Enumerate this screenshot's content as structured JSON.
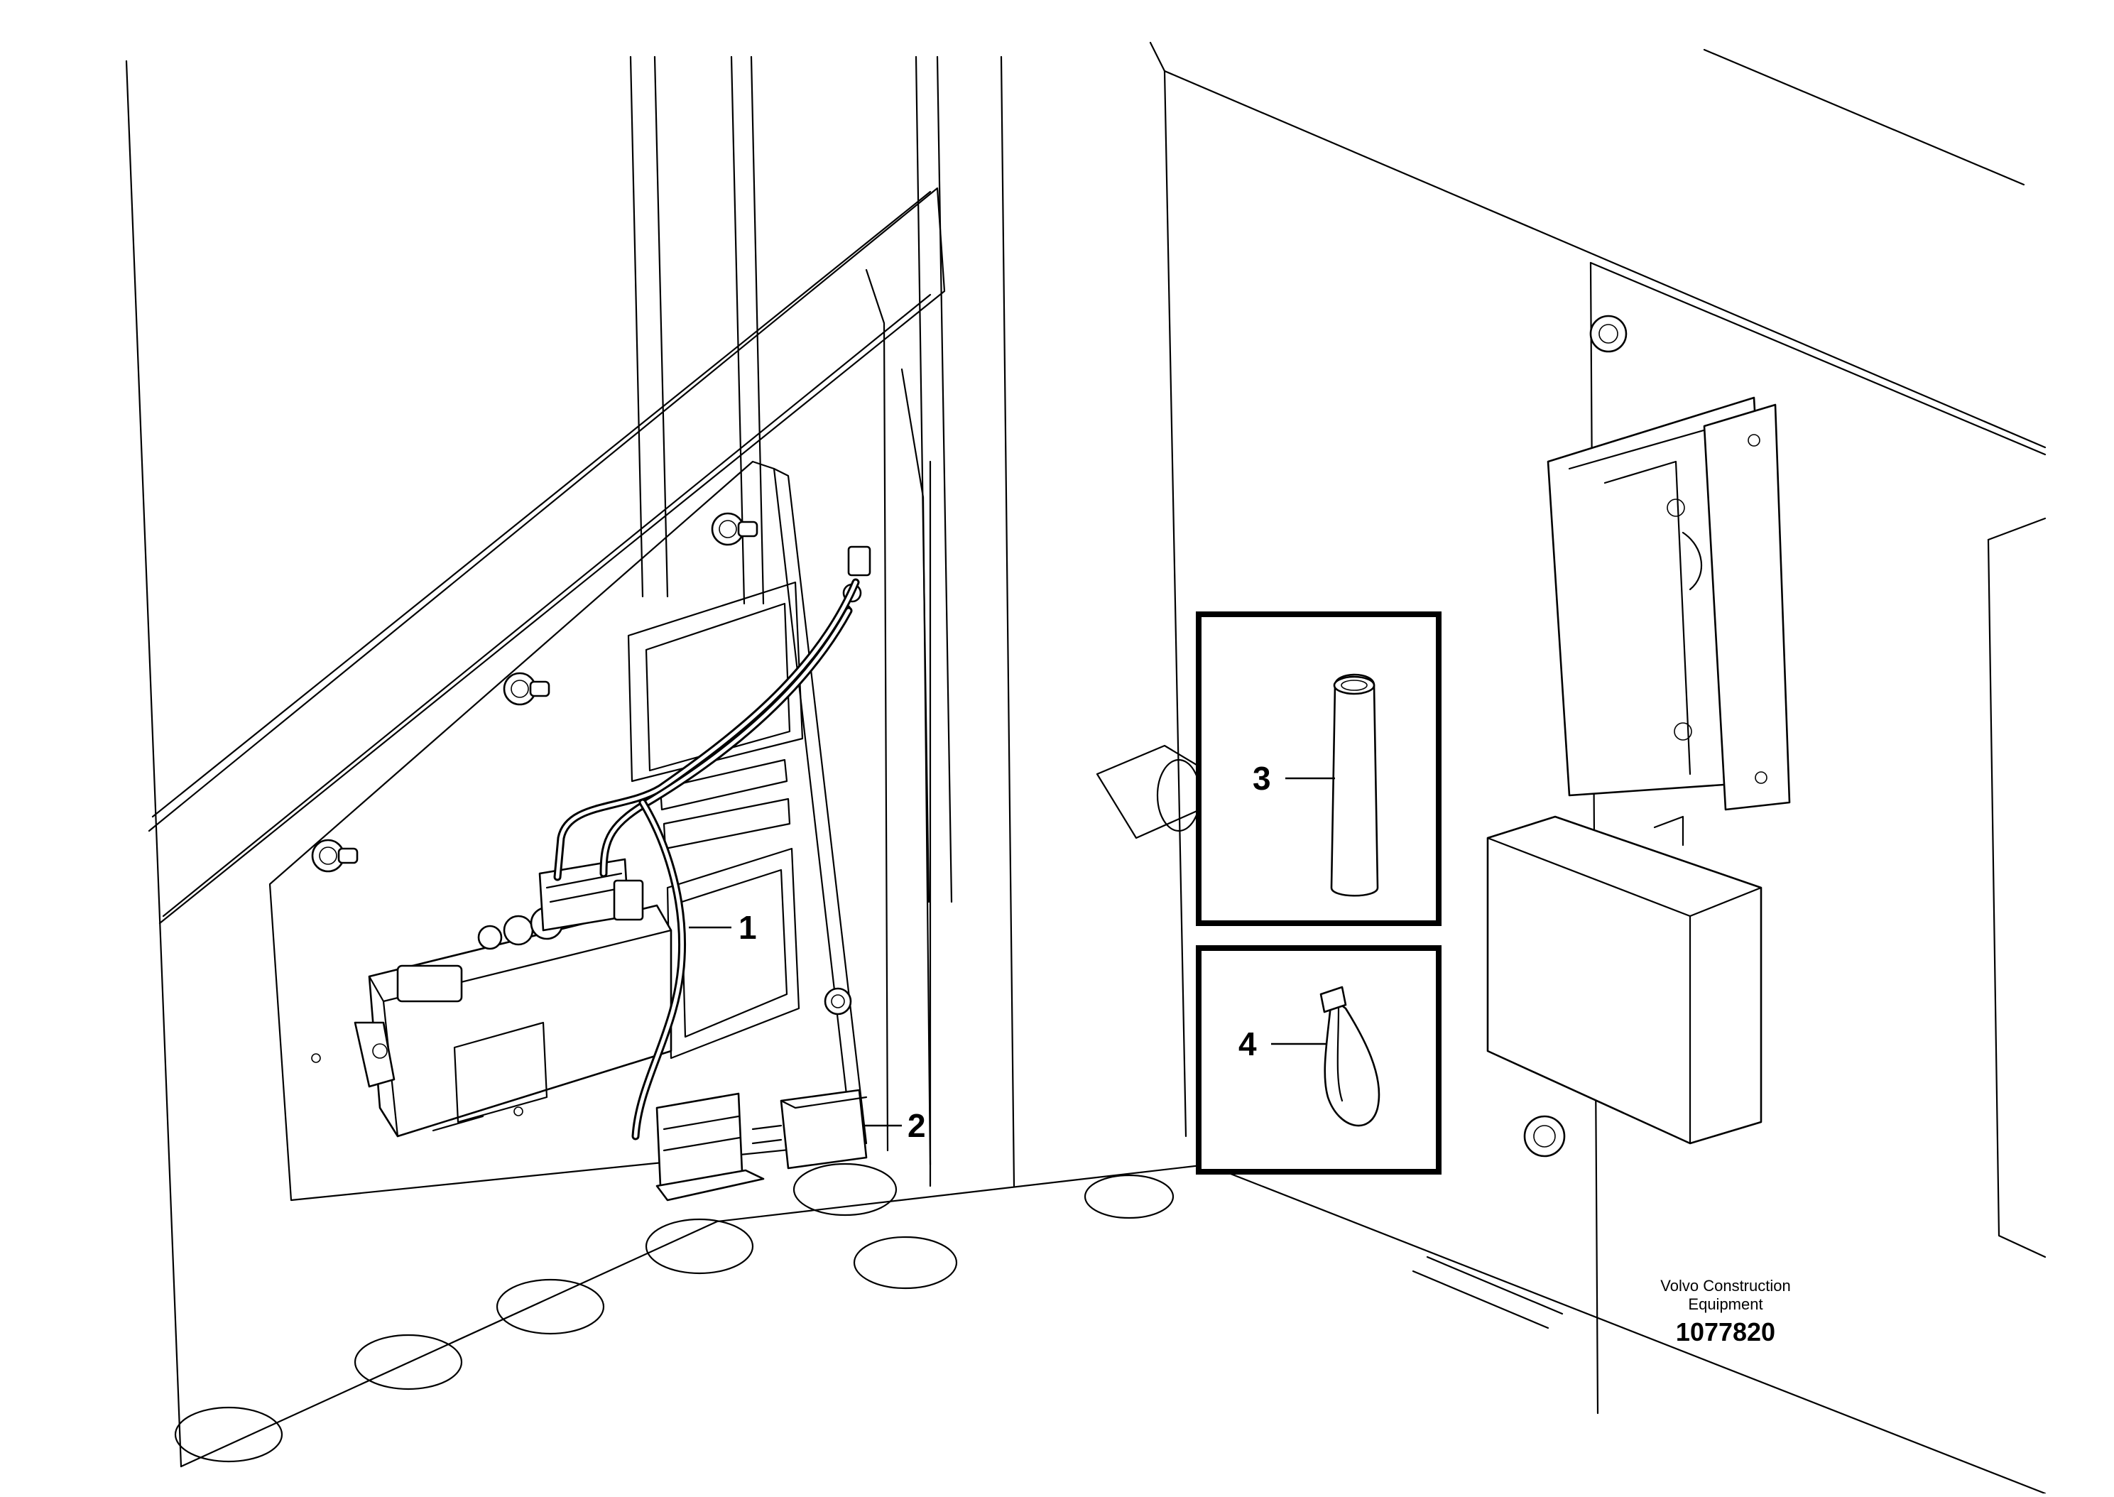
{
  "diagram": {
    "callouts": [
      {
        "id": "1",
        "label": "1"
      },
      {
        "id": "2",
        "label": "2"
      },
      {
        "id": "3",
        "label": "3"
      },
      {
        "id": "4",
        "label": "4"
      }
    ],
    "brand_line1": "Volvo Construction",
    "brand_line2": "Equipment",
    "document_number": "1077820"
  }
}
